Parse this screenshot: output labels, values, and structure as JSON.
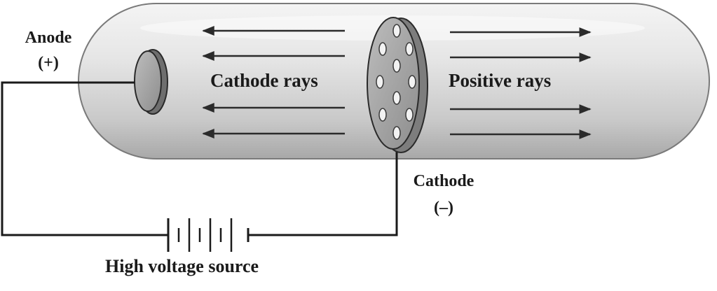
{
  "labels": {
    "anode": "Anode",
    "anode_sign": "(+)",
    "cathode_rays": "Cathode rays",
    "positive_rays": "Positive rays",
    "cathode": "Cathode",
    "cathode_sign": "(–)",
    "high_voltage_source": "High voltage source"
  },
  "colors": {
    "tube_light": "#f7f7f7",
    "tube_mid": "#d9d9d9",
    "tube_dark": "#a9a9a9",
    "outline": "#3a3a3a",
    "arrow": "#2b2b2b",
    "wire": "#1a1a1a"
  }
}
